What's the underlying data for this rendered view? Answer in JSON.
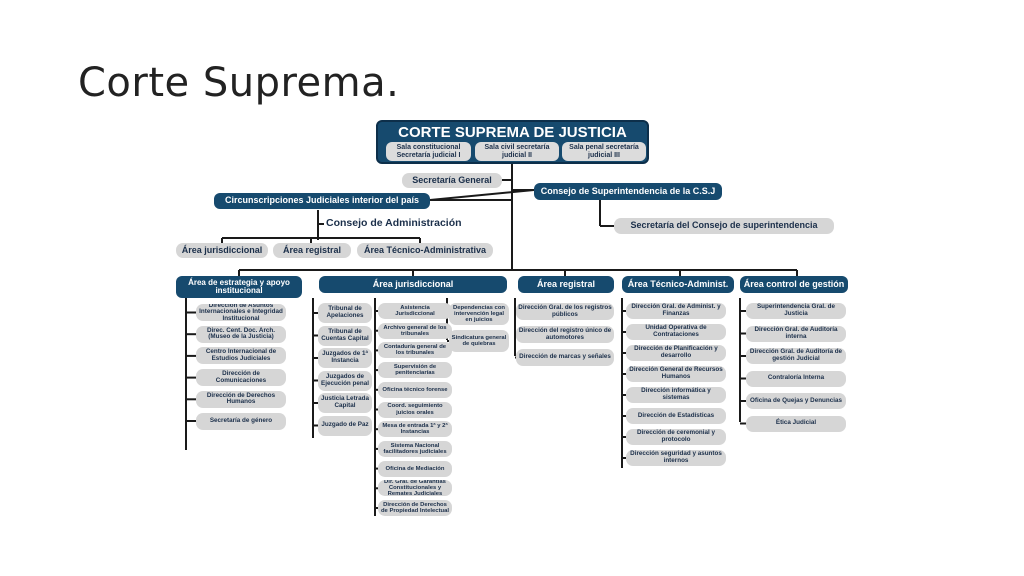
{
  "slide": {
    "title": "Corte Suprema."
  },
  "org": {
    "top": {
      "title": "CORTE SUPREMA DE JUSTICIA",
      "salas": [
        "Sala constitucional Secretaría judicial I",
        "Sala civil secretaría judicial II",
        "Sala penal secretaría judicial III"
      ]
    },
    "secretaria_general": "Secretaría General",
    "circunscripciones": "Circunscripciones Judiciales interior del país",
    "consejo_superintendencia": "Consejo de Superintendencia de la C.S.J",
    "consejo_administracion": "Consejo de Administración",
    "secretaria_consejo": "Secretaría del Consejo de superintendencia",
    "circ_areas": [
      "Área jurisdiccional",
      "Área registral",
      "Área Técnico-Administrativa"
    ],
    "areas": [
      "Área de estrategia y apoyo institucional",
      "Área jurisdiccional",
      "Área registral",
      "Área Técnico-Administ.",
      "Área control de gestión"
    ],
    "estrategia_items": [
      "Dirección de Asuntos Internacionales e Integridad Institucional",
      "Direc. Cent. Doc. Arch. (Museo de la Justicia)",
      "Centro Internacional de Estudios Judiciales",
      "Dirección de Comunicaciones",
      "Dirección de Derechos Humanos",
      "Secretaría de género"
    ],
    "juris_col1": [
      "Tribunal de Apelaciones",
      "Tribunal de Cuentas Capital",
      "Juzgados de 1ª Instancia",
      "Juzgados de Ejecución penal",
      "Justicia Letrada Capital",
      "Juzgado de Paz"
    ],
    "juris_col2": [
      "Asistencia Jurisdiccional",
      "Archivo general de los tribunales",
      "Contaduría general de los tribunales",
      "Supervisión de penitenciarías",
      "Oficina técnico forense",
      "Coord. seguimiento juicios orales",
      "Mesa de entrada 1ª y 2ª Instancias",
      "Sistema Nacional facilitadores judiciales",
      "Oficina de Mediación",
      "Dir. Gral. de Garantías Constitucionales y Remates Judiciales",
      "Dirección de Derechos de Propiedad Intelectual"
    ],
    "juris_col3": [
      "Dependencias con intervención legal en juicios",
      "Sindicatura general de quiebras"
    ],
    "registral_items": [
      "Dirección Gral. de los registros públicos",
      "Dirección del registro único de automotores",
      "Dirección de marcas y señales"
    ],
    "tecnico_items": [
      "Dirección Gral. de Administ. y Finanzas",
      "Unidad Operativa de Contrataciones",
      "Dirección de Planificación y desarrollo",
      "Dirección General de Recursos Humanos",
      "Dirección informática y sistemas",
      "Dirección de Estadísticas",
      "Dirección de ceremonial y protocolo",
      "Dirección seguridad y asuntos internos"
    ],
    "control_items": [
      "Superintendencia Gral. de Justicia",
      "Dirección Gral. de Auditoría interna",
      "Dirección Gral. de Auditoría de gestión Judicial",
      "Contraloría Interna",
      "Oficina de Quejas y Denuncias",
      "Ética Judicial"
    ]
  }
}
